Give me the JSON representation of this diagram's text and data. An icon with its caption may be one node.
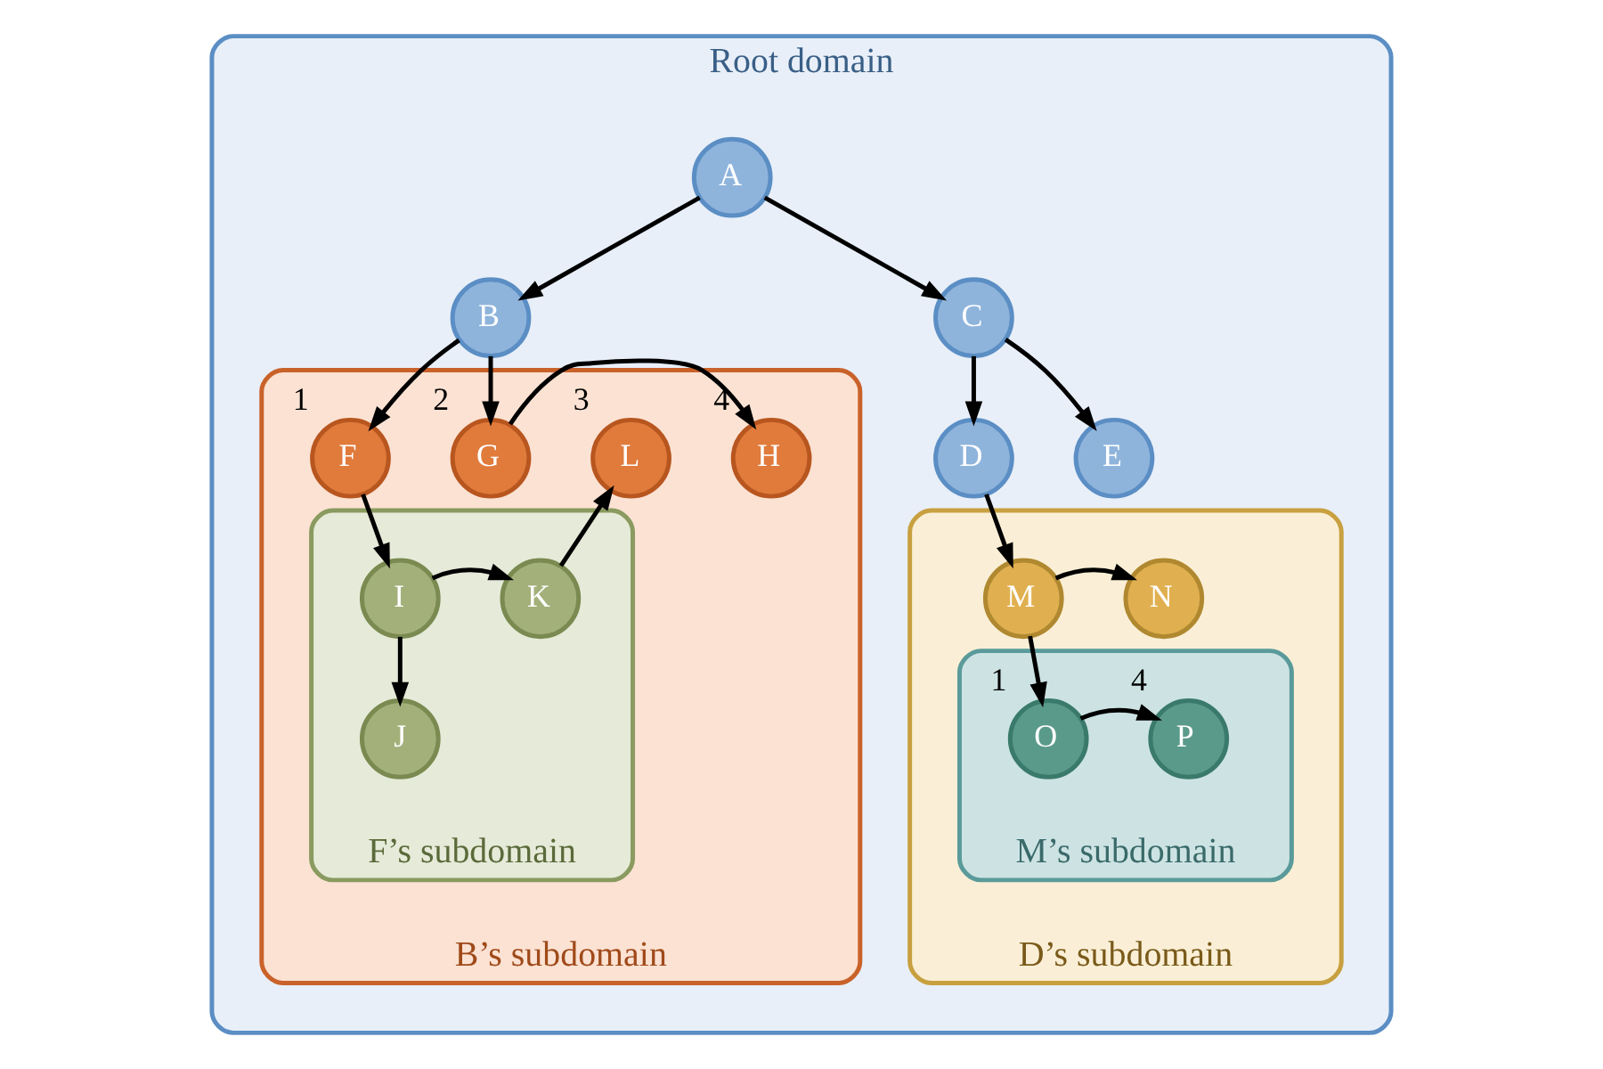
{
  "diagram": {
    "nodes": [
      {
        "text": [
          "Root domain"
        ]
      },
      {
        "text": [
          "A"
        ],
        "in": 0
      },
      {
        "text": [
          "B"
        ],
        "in": 0
      },
      {
        "text": [
          "C"
        ],
        "in": 0
      },
      {
        "text": [
          "D"
        ],
        "in": 0
      },
      {
        "text": [
          "E"
        ],
        "in": 0
      },
      {
        "text": [
          "B’s subdomain"
        ],
        "in": 0
      },
      {
        "text": [
          "F"
        ],
        "in": 6,
        "beside": [
          "1"
        ]
      },
      {
        "text": [
          "G"
        ],
        "in": 6,
        "beside": [
          "2"
        ]
      },
      {
        "text": [
          "L"
        ],
        "in": 6,
        "beside": [
          "3"
        ]
      },
      {
        "text": [
          "H"
        ],
        "in": 6,
        "beside": [
          "4"
        ]
      },
      {
        "text": [
          "F’s subdomain"
        ],
        "in": 6
      },
      {
        "text": [
          "I"
        ],
        "in": 11
      },
      {
        "text": [
          "K"
        ],
        "in": 11
      },
      {
        "text": [
          "J"
        ],
        "in": 11
      },
      {
        "text": [
          "D’s subdomain"
        ],
        "in": 0
      },
      {
        "text": [
          "M"
        ],
        "in": 15
      },
      {
        "text": [
          "N"
        ],
        "in": 15
      },
      {
        "text": [
          "M’s subdomain"
        ],
        "in": 15
      },
      {
        "text": [
          "O"
        ],
        "in": 18,
        "beside": [
          "1"
        ]
      },
      {
        "text": [
          "P"
        ],
        "in": 18,
        "beside": [
          "4"
        ]
      }
    ],
    "edges": [
      {
        "from": 1,
        "to": 2,
        "arrow": "to"
      },
      {
        "from": 1,
        "to": 3,
        "arrow": "to"
      },
      {
        "from": 3,
        "to": 5,
        "arrow": "to"
      },
      {
        "from": 3,
        "to": 4,
        "arrow": "to"
      },
      {
        "from": 2,
        "to": 7,
        "arrow": "to"
      },
      {
        "from": 2,
        "to": 8,
        "arrow": "to"
      },
      {
        "from": 8,
        "to": 10,
        "arrow": "to"
      },
      {
        "from": 7,
        "to": 12,
        "arrow": "to"
      },
      {
        "from": 12,
        "to": 13,
        "arrow": "to"
      },
      {
        "from": 12,
        "to": 14,
        "arrow": "to"
      },
      {
        "from": 13,
        "to": 9,
        "arrow": "to"
      },
      {
        "from": 4,
        "to": 16,
        "arrow": "to"
      },
      {
        "from": 16,
        "to": 17,
        "arrow": "to"
      },
      {
        "from": 16,
        "to": 19,
        "arrow": "to"
      },
      {
        "from": 19,
        "to": 20,
        "arrow": "to"
      }
    ]
  }
}
